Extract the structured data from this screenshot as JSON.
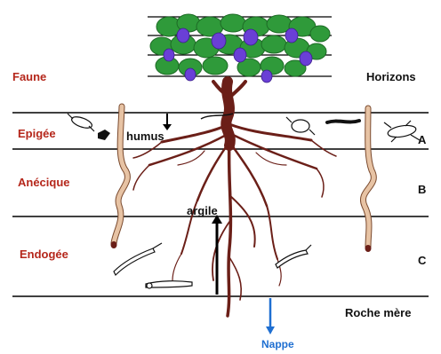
{
  "colors": {
    "fauna_label": "#b5271b",
    "text": "#111111",
    "layer_line": "#000000",
    "root": "#6b1f18",
    "leaf": "#2f9a3a",
    "leaf_dark": "#1e6b26",
    "grape": "#6a3fd6",
    "earthworm": "#e7c3a4",
    "earthworm_outline": "#7a4a2e",
    "water": "#1f6fd1"
  },
  "fauna": {
    "title": "Faune",
    "epigee": "Epigée",
    "anecique": "Anécique",
    "endogee": "Endogée"
  },
  "horizons": {
    "title": "Horizons",
    "a": "A",
    "b": "B",
    "c": "C",
    "bedrock": "Roche mère"
  },
  "annotations": {
    "humus": "humus",
    "argile": "argile",
    "nappe": "Nappe"
  },
  "icons": {
    "vine": "grapevine-icon",
    "arrow_down": "arrow-down-icon",
    "arrow_up": "arrow-up-icon",
    "earthworm": "earthworm-icon",
    "insect": "soil-insect-icon",
    "larva": "larva-icon"
  }
}
